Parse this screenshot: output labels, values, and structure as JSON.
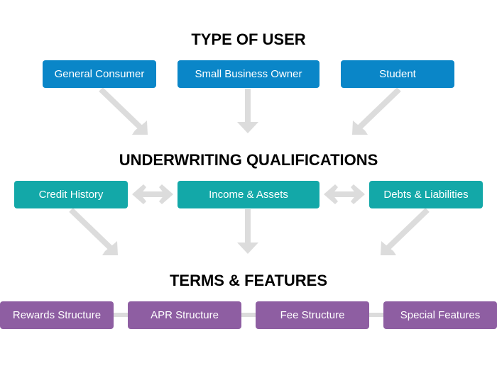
{
  "sections": {
    "user_type": {
      "title": "TYPE OF USER",
      "items": [
        "General Consumer",
        "Small Business Owner",
        "Student"
      ]
    },
    "underwriting": {
      "title": "UNDERWRITING QUALIFICATIONS",
      "items": [
        "Credit History",
        "Income & Assets",
        "Debts & Liabilities"
      ]
    },
    "terms": {
      "title": "TERMS & FEATURES",
      "items": [
        "Rewards Structure",
        "APR Structure",
        "Fee Structure",
        "Special Features"
      ]
    }
  },
  "colors": {
    "user_type": "#0a86c8",
    "underwriting": "#13a8a8",
    "terms": "#8e5ea2",
    "arrow": "#dcdcdc"
  },
  "relations": {
    "user_type_to_underwriting": "converge",
    "underwriting_links": "bidirectional",
    "underwriting_to_terms": "converge",
    "terms_links": "line"
  }
}
